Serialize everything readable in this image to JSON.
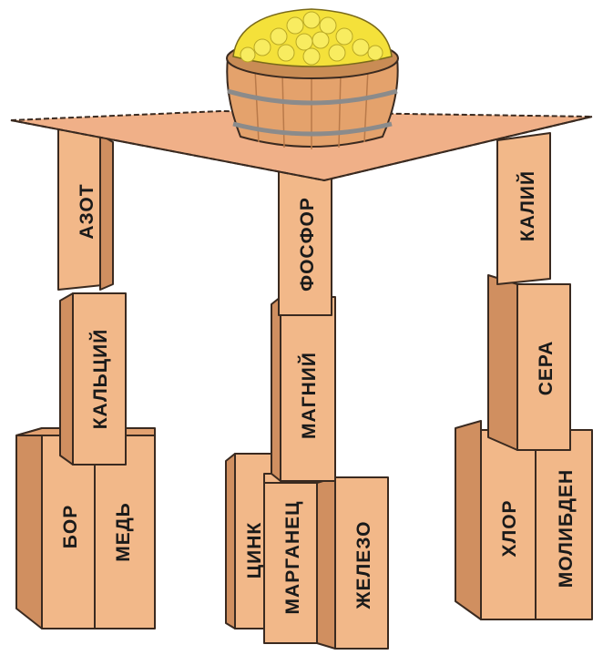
{
  "colors": {
    "box_front": "#f2b889",
    "box_side": "#e3a271",
    "box_dark": "#d08f60",
    "table_top": "#f0b088",
    "stroke": "#3a2a20",
    "barrel_wood": "#e4a26c",
    "barrel_band": "#8b8b8b",
    "grain": "#f4e13a",
    "background": "#ffffff"
  },
  "illustration": {
    "object": "table with barrel of grain",
    "barrel_icon": "barrel-of-grain-icon"
  },
  "elements": {
    "azot": "АЗОТ",
    "fosfor": "ФОСФОР",
    "kaliy": "КАЛИЙ",
    "kalciy": "КАЛЬЦИЙ",
    "magniy": "МАГНИЙ",
    "sera": "СЕРА",
    "bor": "БОР",
    "med": "МЕДЬ",
    "cink": "ЦИНК",
    "marganec": "МАРГАНЕЦ",
    "zhelezo": "ЖЕЛЕЗО",
    "hlor": "ХЛОР",
    "molibden": "МОЛИБДЕН"
  }
}
